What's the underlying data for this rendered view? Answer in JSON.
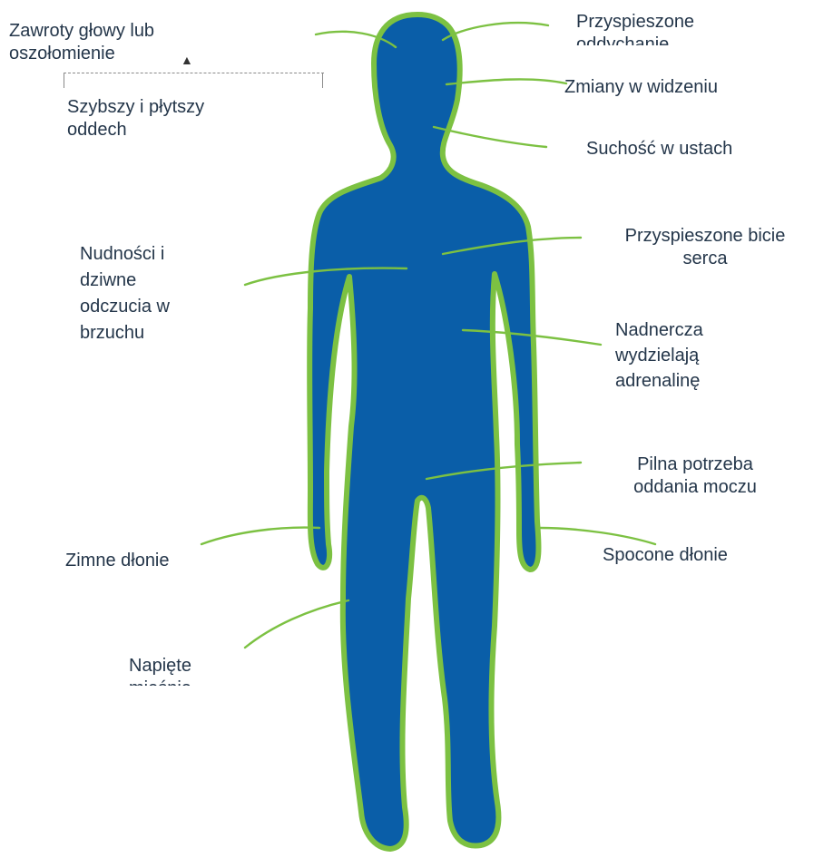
{
  "labels": {
    "dizziness": "Zawroty głowy lub\noszołomienie",
    "breathing": "Szybszy i płytszy\noddech",
    "pupils_partial": "Przyspieszone\noddychanie",
    "vision": "Zmiany w widzeniu",
    "dry_mouth": "Suchość w ustach",
    "heartbeat": "Przyspieszone bicie\nserca",
    "nausea": "Nudności i\ndziwne\nodczucia w\nbrzuchu",
    "adrenal": "Nadnercza\nwydzielają\nadrenalinę",
    "urination": "Pilna potrzeba\noddania moczu",
    "cold_hands": "Zimne dłonie",
    "sweaty_hands": "Spocone dłonie",
    "tense_muscles": "Napięte\nmięśnie"
  },
  "colors": {
    "body_fill": "#0a5ea8",
    "outline": "#7cc142",
    "text": "#24364a"
  }
}
